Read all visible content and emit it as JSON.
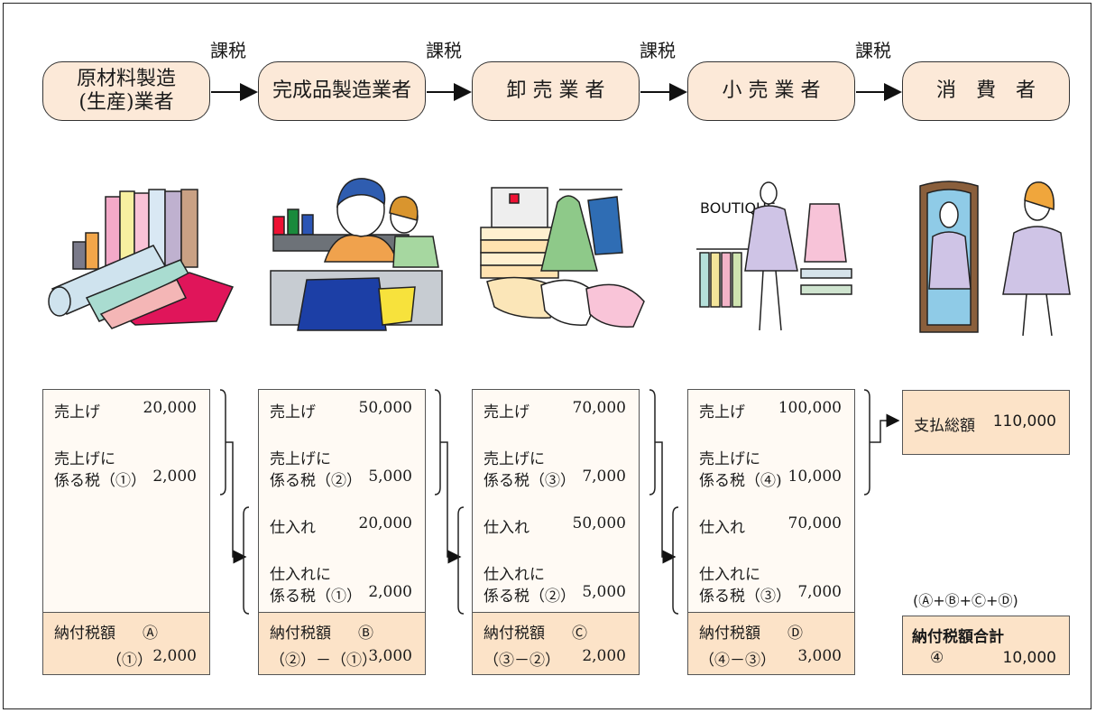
{
  "tax_label": "課税",
  "stages": [
    "原材料製造\n(生産)業者",
    "完成品製造業者",
    "卸 売 業 者",
    "小 売 業 者",
    "消　費　者"
  ],
  "boutique_sign": "BOUTIQUE",
  "ledgers": [
    {
      "sales_label": "売上げ",
      "sales_value": "20,000",
      "sales_tax_label1": "売上げに",
      "sales_tax_label2": "係る税（①）",
      "sales_tax_value": "2,000",
      "pay_label": "納付税額",
      "pay_mark": "Ⓐ",
      "pay_formula": "（①）",
      "pay_value": "2,000"
    },
    {
      "sales_label": "売上げ",
      "sales_value": "50,000",
      "sales_tax_label1": "売上げに",
      "sales_tax_label2": "係る税（②）",
      "sales_tax_value": "5,000",
      "purchase_label": "仕入れ",
      "purchase_value": "20,000",
      "purchase_tax_label1": "仕入れに",
      "purchase_tax_label2": "係る税（①）",
      "purchase_tax_value": "2,000",
      "pay_label": "納付税額",
      "pay_mark": "Ⓑ",
      "pay_formula": "（②）－（①）",
      "pay_value": "3,000"
    },
    {
      "sales_label": "売上げ",
      "sales_value": "70,000",
      "sales_tax_label1": "売上げに",
      "sales_tax_label2": "係る税（③）",
      "sales_tax_value": "7,000",
      "purchase_label": "仕入れ",
      "purchase_value": "50,000",
      "purchase_tax_label1": "仕入れに",
      "purchase_tax_label2": "係る税（②）",
      "purchase_tax_value": "5,000",
      "pay_label": "納付税額",
      "pay_mark": "Ⓒ",
      "pay_formula": "（③－②）",
      "pay_value": "2,000"
    },
    {
      "sales_label": "売上げ",
      "sales_value": "100,000",
      "sales_tax_label1": "売上げに",
      "sales_tax_label2": "係る税（④)",
      "sales_tax_value": "10,000",
      "purchase_label": "仕入れ",
      "purchase_value": "70,000",
      "purchase_tax_label1": "仕入れに",
      "purchase_tax_label2": "係る税（③）",
      "purchase_tax_value": "7,000",
      "pay_label": "納付税額",
      "pay_mark": "Ⓓ",
      "pay_formula": "（④－③）",
      "pay_value": "3,000"
    }
  ],
  "consumer": {
    "total_label": "支払総額",
    "total_value": "110,000",
    "formula": "(Ⓐ+Ⓑ+Ⓒ+Ⓓ)",
    "sum_label": "納付税額合計",
    "sum_mark": "④",
    "sum_value": "10,000"
  }
}
